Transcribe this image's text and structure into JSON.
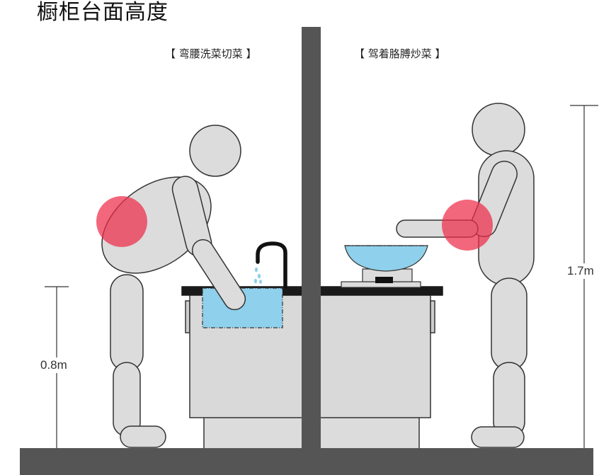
{
  "title": "橱柜台面高度",
  "left_panel": {
    "label": "【 弯腰洗菜切菜 】",
    "height_label": "0.8m",
    "icons": [
      "bending-person-icon",
      "sink-icon",
      "faucet-icon",
      "water-drops-icon",
      "strain-hotspot-icon"
    ]
  },
  "right_panel": {
    "label": "【 驾着胳膊炒菜 】",
    "height_label": "1.7m",
    "icons": [
      "standing-person-icon",
      "wok-icon",
      "stove-icon",
      "strain-hotspot-icon"
    ]
  },
  "colors": {
    "figure_fill": "#dcdcdc",
    "figure_stroke": "#333333",
    "counter_fill": "#d9d9d9",
    "divider": "#555555",
    "floor": "#555555",
    "water": "#8fd0ec",
    "strain_hotspot": "#ee2d4a"
  }
}
